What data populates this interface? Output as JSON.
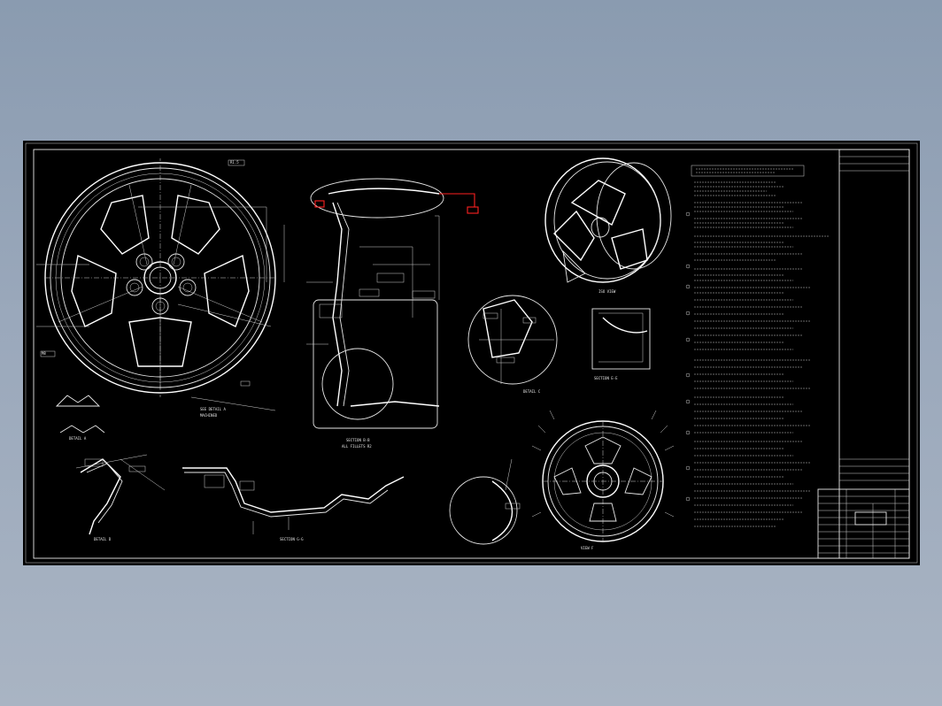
{
  "drawing": {
    "views": {
      "front": "front-view",
      "section": "section-view",
      "iso": "isometric-view",
      "rear": "rear-view"
    },
    "colors": {
      "background": "#000000",
      "line": "#e8e8e8",
      "highlight": "#ff2020",
      "canvas": "#8a9bb0"
    }
  }
}
